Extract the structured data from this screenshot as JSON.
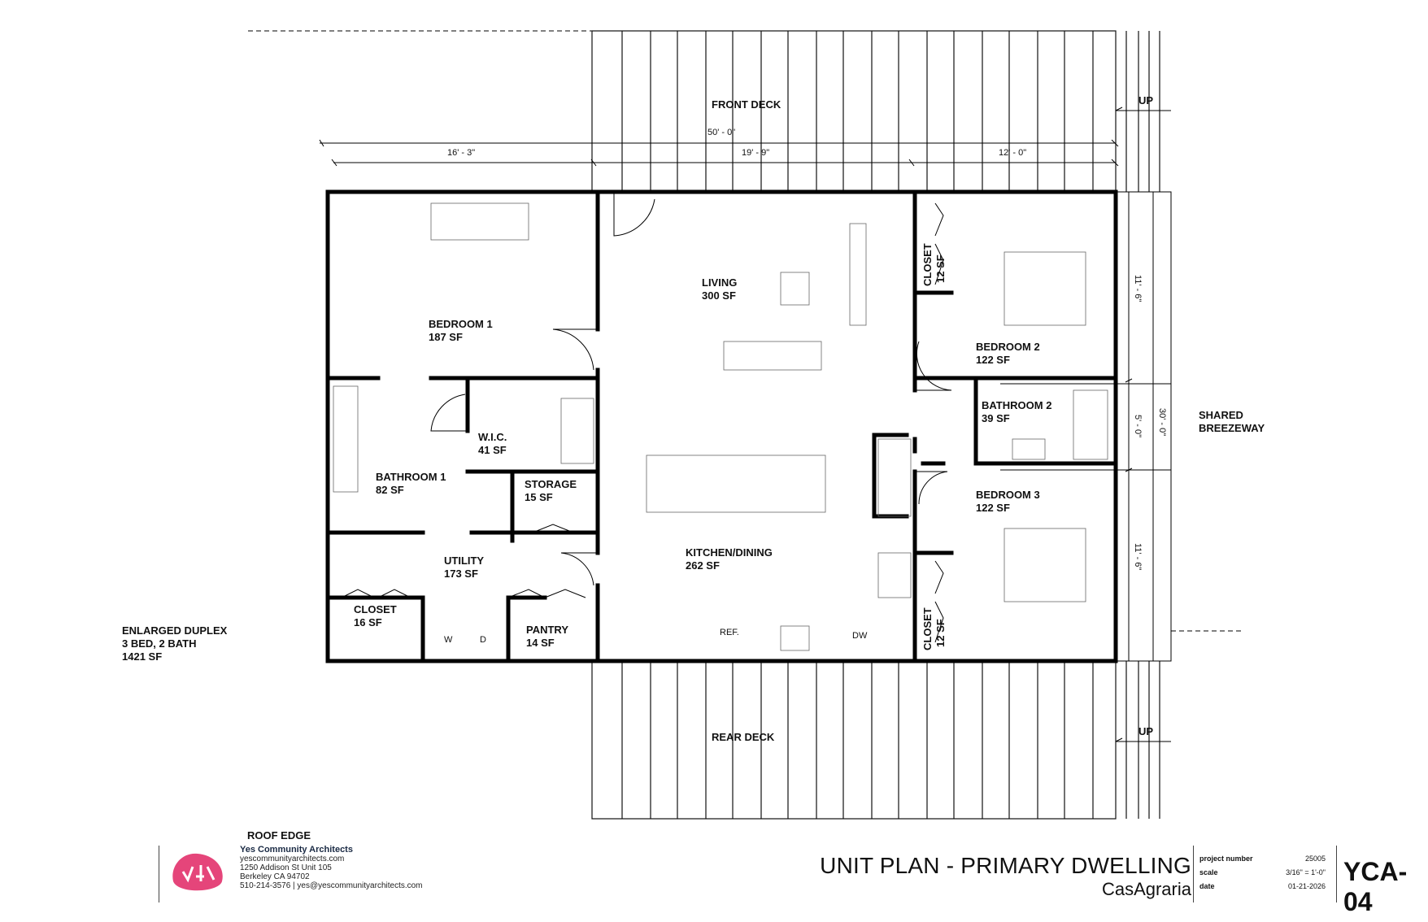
{
  "rooms": {
    "front_deck": "FRONT DECK",
    "rear_deck": "REAR DECK",
    "living": {
      "name": "LIVING",
      "area": "300 SF"
    },
    "bedroom1": {
      "name": "BEDROOM 1",
      "area": "187 SF"
    },
    "bedroom2": {
      "name": "BEDROOM 2",
      "area": "122 SF"
    },
    "bedroom3": {
      "name": "BEDROOM 3",
      "area": "122 SF"
    },
    "bathroom1": {
      "name": "BATHROOM 1",
      "area": "82 SF"
    },
    "bathroom2": {
      "name": "BATHROOM 2",
      "area": "39 SF"
    },
    "wic": {
      "name": "W.I.C.",
      "area": "41 SF"
    },
    "storage": {
      "name": "STORAGE",
      "area": "15 SF"
    },
    "utility": {
      "name": "UTILITY",
      "area": "173 SF"
    },
    "closet_utility": {
      "name": "CLOSET",
      "area": "16 SF"
    },
    "pantry": {
      "name": "PANTRY",
      "area": "14 SF"
    },
    "kitchen": {
      "name": "KITCHEN/DINING",
      "area": "262 SF"
    },
    "closet_bed2": {
      "name": "CLOSET",
      "area": "12 SF"
    },
    "closet_bed3": {
      "name": "CLOSET",
      "area": "12 SF"
    }
  },
  "appliances": {
    "ref": "REF.",
    "dw": "DW",
    "washer": "W",
    "dryer": "D"
  },
  "dimensions": {
    "overall": "50' - 0\"",
    "seg1": "16' - 3\"",
    "seg2": "19' - 9\"",
    "seg3": "12' - 0\"",
    "side1": "11' - 6\"",
    "side2": "5' - 0\"",
    "side3": "11' - 6\"",
    "side_total": "30' - 0\""
  },
  "labels": {
    "up_top": "UP",
    "up_bottom": "UP",
    "breezeway_1": "SHARED",
    "breezeway_2": "BREEZEWAY",
    "duplex_1": "ENLARGED DUPLEX",
    "duplex_2": "3 BED, 2 BATH",
    "duplex_3": "1421 SF",
    "roof_edge": "ROOF EDGE"
  },
  "title_block": {
    "firm_name": "Yes Community Architects",
    "firm_web": "yescommunityarchitects.com",
    "firm_addr1": "1250 Addison St Unit 105",
    "firm_addr2": "Berkeley CA 94702",
    "firm_contact": "510-214-3576 | yes@yescommunityarchitects.com",
    "sheet_title": "UNIT PLAN - PRIMARY DWELLING",
    "project_name": "CasAgraria",
    "project_number_label": "project number",
    "project_number": "25005",
    "scale_label": "scale",
    "scale": "3/16\" = 1'-0\"",
    "date_label": "date",
    "date": "01-21-2026",
    "sheet_number": "YCA-04"
  },
  "colors": {
    "logo": "#e5457a",
    "firm_text": "#1a2a44"
  }
}
